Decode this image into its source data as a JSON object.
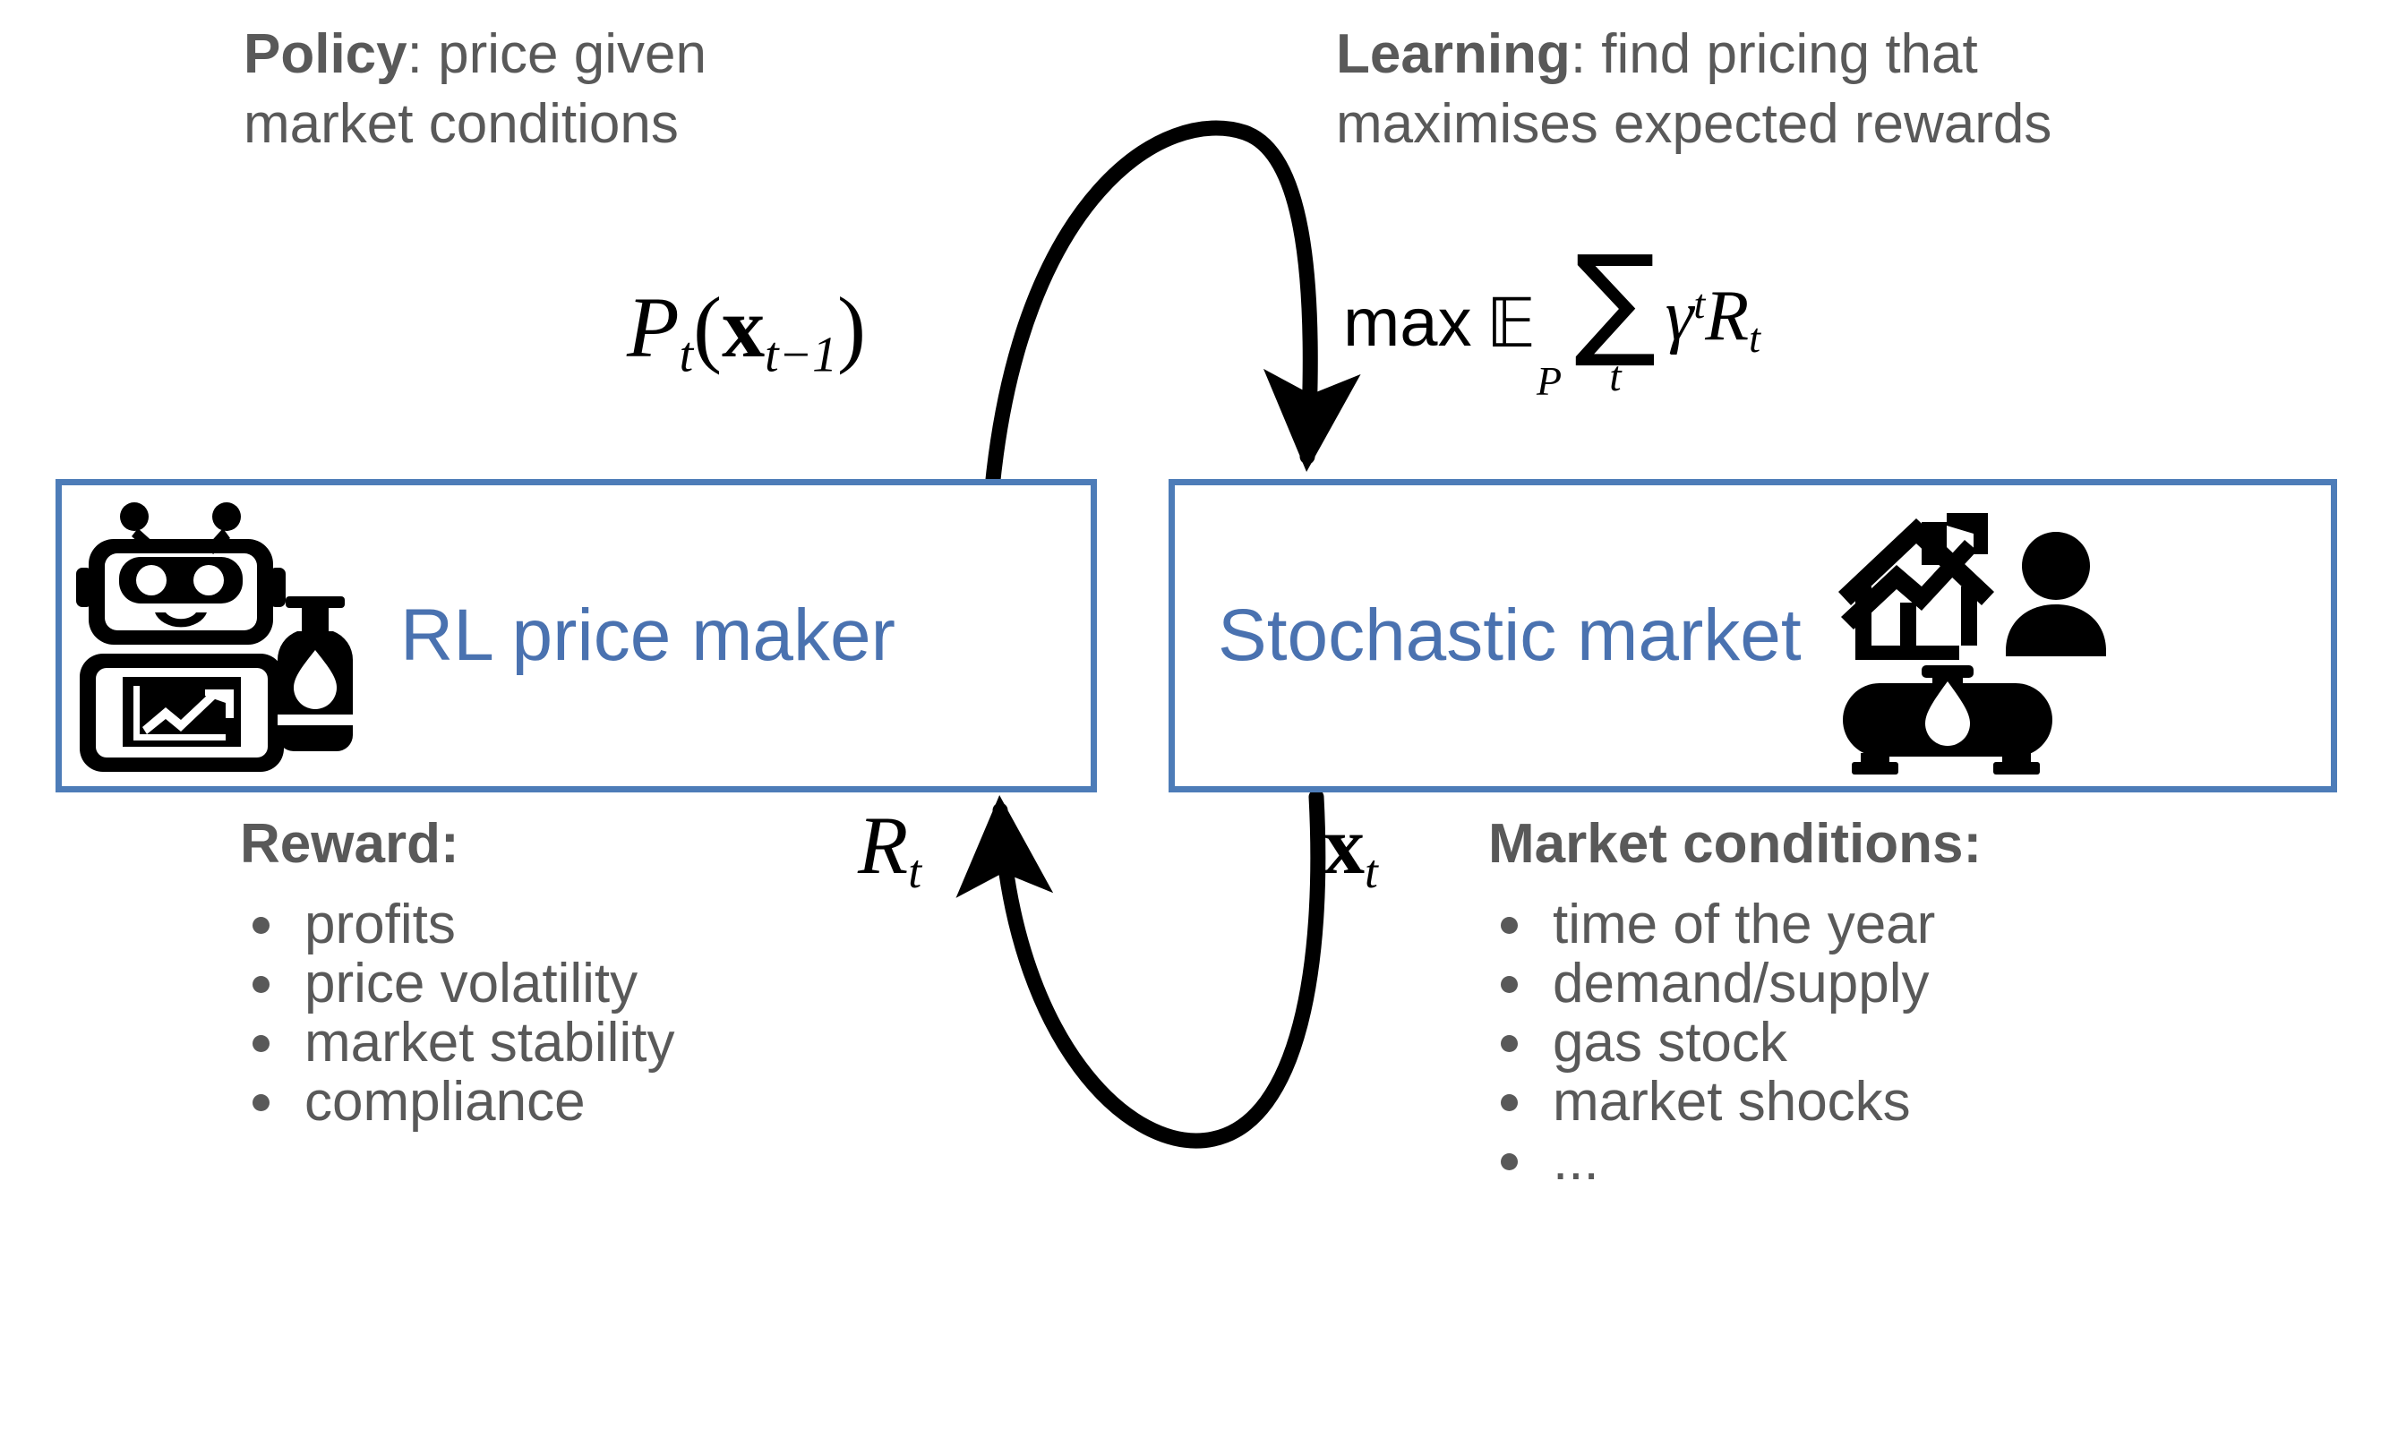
{
  "colors": {
    "text_gray": "#595959",
    "box_border_blue": "#4D7CB8",
    "label_blue": "#4A72B0",
    "arrow_black": "#000000",
    "background": "#ffffff"
  },
  "policy_note": {
    "label": "Policy",
    "separator": ":",
    "line1_rest": " price given",
    "line2": "market conditions"
  },
  "learning_note": {
    "label": "Learning",
    "separator": ":",
    "line1_rest": " find pricing that",
    "line2": "maximises expected rewards"
  },
  "policy_formula": {
    "fn": "P",
    "fn_sub": "t",
    "open_paren": "(",
    "arg": "x",
    "arg_sub": "t−1",
    "close_paren": ")",
    "plain": "P_t(x_{t-1})"
  },
  "objective_formula": {
    "max": "max",
    "expectation": "𝔼",
    "expectation_sub": "P",
    "sigma": "∑",
    "sigma_index": "t",
    "gamma": "γ",
    "gamma_exp": "t",
    "reward": "R",
    "reward_sub": "t",
    "plain": "max E_P ∑_t γ^t R_t"
  },
  "agent_box": {
    "label": "RL price maker",
    "icon": "robot-with-gas-bottle-icon"
  },
  "environment_box": {
    "label": "Stochastic market",
    "icon": "house-trend-person-gas-tank-icon"
  },
  "arrows": {
    "top": {
      "name": "policy-action-arrow",
      "direction": "left-to-right",
      "label": "P_t(x_{t-1})"
    },
    "bottom": {
      "name": "state-reward-arrow",
      "direction": "right-to-left",
      "label_left": "R_t",
      "label_right": "x_t"
    }
  },
  "reward_label": {
    "sym": "R",
    "sub": "t",
    "plain": "R_t"
  },
  "state_label": {
    "sym": "x",
    "sub": "t",
    "plain": "x_t"
  },
  "reward_list": {
    "title": "Reward",
    "title_separator": ":",
    "items": [
      "profits",
      "price volatility",
      "market stability",
      "compliance"
    ]
  },
  "market_conditions_list": {
    "title": "Market conditions",
    "title_separator": ":",
    "items": [
      "time of the year",
      "demand/supply",
      "gas stock",
      "market shocks",
      "..."
    ]
  }
}
